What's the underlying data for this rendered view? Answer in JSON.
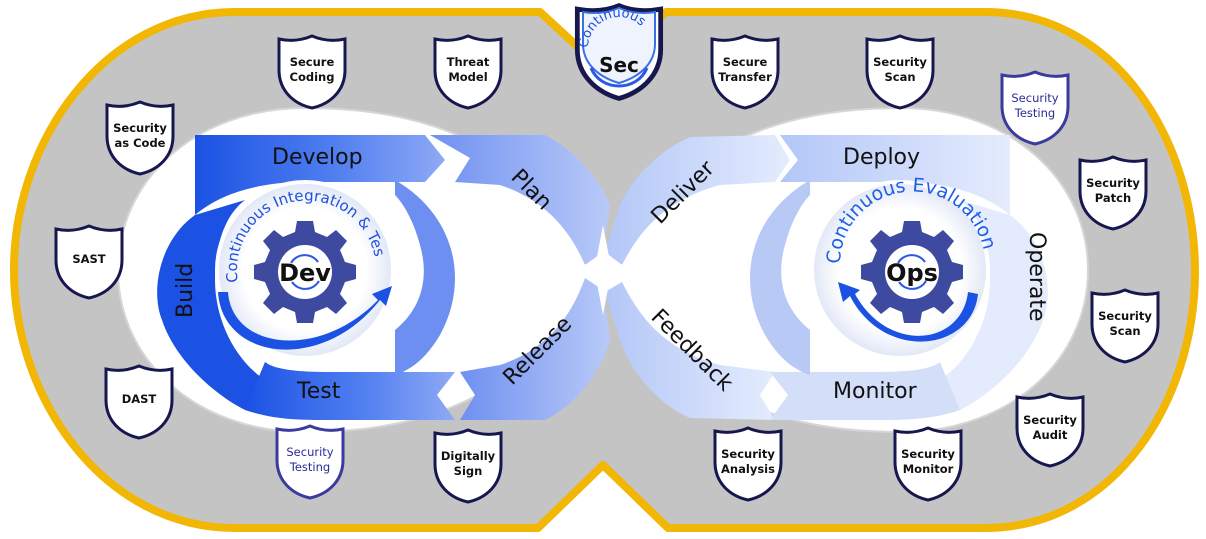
{
  "dev": {
    "loop_label": "Continuous Integration & Test",
    "gear_label": "Dev",
    "stages": {
      "develop": "Develop",
      "build": "Build",
      "test": "Test",
      "plan": "Plan",
      "release": "Release"
    }
  },
  "ops": {
    "loop_label": "Continuous Evaluation",
    "gear_label": "Ops",
    "stages": {
      "deploy": "Deploy",
      "operate": "Operate",
      "monitor": "Monitor",
      "deliver": "Deliver",
      "feedback": "Feedback"
    }
  },
  "center_badge": {
    "arc_label": "Continuous",
    "label": "Sec"
  },
  "shields": {
    "secure_coding": [
      "Secure",
      "Coding"
    ],
    "threat_model": [
      "Threat",
      "Model"
    ],
    "security_as_code": [
      "Security",
      "as Code"
    ],
    "sast": [
      "SAST"
    ],
    "dast": [
      "DAST"
    ],
    "security_testing_left": [
      "Security",
      "Testing"
    ],
    "digitally_sign": [
      "Digitally",
      "Sign"
    ],
    "secure_transfer": [
      "Secure",
      "Transfer"
    ],
    "security_scan_top": [
      "Security",
      "Scan"
    ],
    "security_testing_right": [
      "Security",
      "Testing"
    ],
    "security_patch": [
      "Security",
      "Patch"
    ],
    "security_scan_right": [
      "Security",
      "Scan"
    ],
    "security_audit": [
      "Security",
      "Audit"
    ],
    "security_monitor": [
      "Security",
      "Monitor"
    ],
    "security_analysis": [
      "Security",
      "Analysis"
    ]
  },
  "colors": {
    "ring_fill": "#c4c4c4",
    "ring_border": "#f2b705",
    "dev_blue": "#1f5ee8",
    "ops_blue": "#d9e4fb",
    "shield_border": "#17174f",
    "highlight_shield_border": "#3a3aa0",
    "gear": "#3d4aa0"
  }
}
